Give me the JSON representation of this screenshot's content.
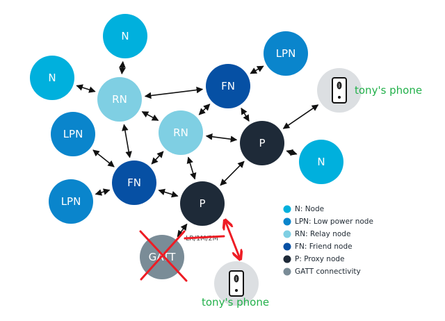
{
  "colors": {
    "N": "#00b0dd",
    "LPN": "#0a85cc",
    "RN": "#7fcfe3",
    "FN": "#0650a4",
    "P": "#1e2a38",
    "GATT": "#7a8c97",
    "phone_bg": "#dcdfe2",
    "annotation_red": "#ee1c24",
    "annotation_green": "#22b04a"
  },
  "nodes": [
    {
      "id": "n1",
      "type": "N",
      "label": "N"
    },
    {
      "id": "n2",
      "type": "N",
      "label": "N"
    },
    {
      "id": "rn1",
      "type": "RN",
      "label": "RN"
    },
    {
      "id": "lpn1",
      "type": "LPN",
      "label": "LPN"
    },
    {
      "id": "fn1",
      "type": "FN",
      "label": "FN"
    },
    {
      "id": "rn2",
      "type": "RN",
      "label": "RN"
    },
    {
      "id": "p1",
      "type": "P",
      "label": "P"
    },
    {
      "id": "lpn2",
      "type": "LPN",
      "label": "LPN"
    },
    {
      "id": "lpn3",
      "type": "LPN",
      "label": "LPN"
    },
    {
      "id": "fn2",
      "type": "FN",
      "label": "FN"
    },
    {
      "id": "p2",
      "type": "P",
      "label": "P"
    },
    {
      "id": "n3",
      "type": "N",
      "label": "N"
    },
    {
      "id": "gatt",
      "type": "GATT",
      "label": "GATT"
    }
  ],
  "edges": [
    [
      "n1",
      "rn1"
    ],
    [
      "n2",
      "rn1"
    ],
    [
      "rn1",
      "fn1"
    ],
    [
      "rn1",
      "rn2"
    ],
    [
      "rn1",
      "fn2"
    ],
    [
      "lpn1",
      "fn1"
    ],
    [
      "fn1",
      "rn2"
    ],
    [
      "fn1",
      "p1"
    ],
    [
      "rn2",
      "p1"
    ],
    [
      "rn2",
      "fn2"
    ],
    [
      "rn2",
      "p2"
    ],
    [
      "lpn2",
      "fn2"
    ],
    [
      "lpn3",
      "fn2"
    ],
    [
      "fn2",
      "p2"
    ],
    [
      "p1",
      "p2"
    ],
    [
      "p1",
      "n3"
    ],
    [
      "p1",
      "phone_top"
    ],
    [
      "p2",
      "gatt"
    ]
  ],
  "phones": [
    {
      "id": "phone_top",
      "label": "tony's phone"
    },
    {
      "id": "phone_bottom",
      "label": "tony's phone"
    }
  ],
  "annotations": {
    "crossed_bandwidth_label": "LR/1M/2M",
    "gatt_crossed_out": true,
    "red_link": [
      "p2",
      "phone_bottom"
    ]
  },
  "legend": [
    {
      "type": "N",
      "text": "N: Node"
    },
    {
      "type": "LPN",
      "text": "LPN: Low power node"
    },
    {
      "type": "RN",
      "text": "RN: Relay node"
    },
    {
      "type": "FN",
      "text": "FN: Friend node"
    },
    {
      "type": "P",
      "text": "P: Proxy node"
    },
    {
      "type": "GATT",
      "text": "GATT connectivity"
    }
  ]
}
